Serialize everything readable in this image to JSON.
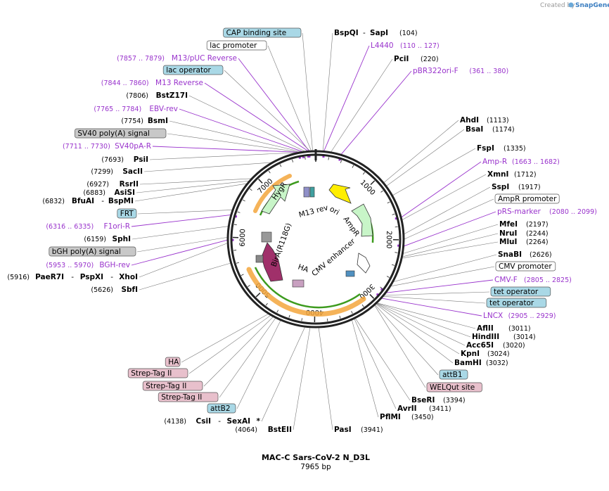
{
  "brand": {
    "created_by": "Created by",
    "name": "SnapGene"
  },
  "plasmid": {
    "name": "MAC-C Sars-CoV-2 N_D3L",
    "size_label": "7965 bp"
  },
  "ring_ticks": [
    "1000",
    "2000",
    "3000",
    "4000",
    "5000",
    "6000",
    "7000"
  ],
  "inner_features": {
    "hygr": "HygR",
    "m13rev": "M13 rev",
    "ori": "ori",
    "ampr": "AmpR",
    "bira": "BirA(R118G)",
    "ha": "HA",
    "cmv": "CMV enhancer"
  },
  "labels_right": [
    {
      "id": "bspqi",
      "name": "BspQI",
      "name2": "SapI",
      "sep": "-",
      "pos": "(104)",
      "style": "bold"
    },
    {
      "id": "l4440",
      "name": "L4440",
      "pos": "(110 .. 127)",
      "style": "purple"
    },
    {
      "id": "pcii",
      "name": "PciI",
      "pos": "(220)",
      "style": "bold"
    },
    {
      "id": "pbr322",
      "name": "pBR322ori-F",
      "pos": "(361 .. 380)",
      "style": "purple"
    },
    {
      "id": "ahdi",
      "name": "AhdI",
      "pos": "(1113)",
      "style": "bold"
    },
    {
      "id": "bsai",
      "name": "BsaI",
      "pos": "(1174)",
      "style": "bold"
    },
    {
      "id": "fspi",
      "name": "FspI",
      "pos": "(1335)",
      "style": "bold"
    },
    {
      "id": "ampr_primer",
      "name": "Amp-R",
      "pos": "(1663 .. 1682)",
      "style": "purple"
    },
    {
      "id": "xmni",
      "name": "XmnI",
      "pos": "(1712)",
      "style": "bold"
    },
    {
      "id": "sspi",
      "name": "SspI",
      "pos": "(1917)",
      "style": "bold"
    },
    {
      "id": "ampr_prom",
      "name": "AmpR promoter",
      "style": "box-white"
    },
    {
      "id": "prs",
      "name": "pRS-marker",
      "pos": "(2080 .. 2099)",
      "style": "purple"
    },
    {
      "id": "mfei",
      "name": "MfeI",
      "pos": "(2197)",
      "style": "bold"
    },
    {
      "id": "nrui",
      "name": "NruI",
      "pos": "(2244)",
      "style": "bold"
    },
    {
      "id": "mlui",
      "name": "MluI",
      "pos": "(2264)",
      "style": "bold"
    },
    {
      "id": "snabi",
      "name": "SnaBI",
      "pos": "(2626)",
      "style": "bold"
    },
    {
      "id": "cmv_prom",
      "name": "CMV promoter",
      "style": "box-white"
    },
    {
      "id": "cmvf",
      "name": "CMV-F",
      "pos": "(2805 .. 2825)",
      "style": "purple"
    },
    {
      "id": "tetop1",
      "name": "tet operator",
      "style": "box-blue"
    },
    {
      "id": "tetop2",
      "name": "tet operator",
      "style": "box-blue"
    },
    {
      "id": "lncx",
      "name": "LNCX",
      "pos": "(2905 .. 2929)",
      "style": "purple"
    },
    {
      "id": "aflii",
      "name": "AflII",
      "pos": "(3011)",
      "style": "bold"
    },
    {
      "id": "hindiii",
      "name": "HindIII",
      "pos": "(3014)",
      "style": "bold"
    },
    {
      "id": "acc65i",
      "name": "Acc65I",
      "pos": "(3020)",
      "style": "bold"
    },
    {
      "id": "kpni",
      "name": "KpnI",
      "pos": "(3024)",
      "style": "bold"
    },
    {
      "id": "bamhi",
      "name": "BamHI",
      "pos": "(3032)",
      "style": "bold"
    },
    {
      "id": "attb1",
      "name": "attB1",
      "style": "box-blue"
    },
    {
      "id": "welqut",
      "name": "WELQut site",
      "style": "box-pink"
    },
    {
      "id": "bseri",
      "name": "BseRI",
      "pos": "(3394)",
      "style": "bold"
    },
    {
      "id": "avrii",
      "name": "AvrII",
      "pos": "(3411)",
      "style": "bold"
    },
    {
      "id": "pflmi",
      "name": "PflMI",
      "pos": "(3450)",
      "style": "bold"
    },
    {
      "id": "pasi",
      "name": "PasI",
      "pos": "(3941)",
      "style": "bold"
    }
  ],
  "labels_left": [
    {
      "id": "capbs",
      "name": "CAP binding site",
      "style": "box-blue"
    },
    {
      "id": "lacprom",
      "name": "lac promoter",
      "style": "box-white"
    },
    {
      "id": "m13puc",
      "name": "M13/pUC Reverse",
      "pos": "(7857 .. 7879)",
      "style": "purple"
    },
    {
      "id": "lacop",
      "name": "lac operator",
      "style": "box-blue"
    },
    {
      "id": "m13rev_p",
      "name": "M13 Reverse",
      "pos": "(7844 .. 7860)",
      "style": "purple"
    },
    {
      "id": "bstz17i",
      "name": "BstZ17I",
      "pos": "(7806)",
      "style": "bold"
    },
    {
      "id": "ebvrev",
      "name": "EBV-rev",
      "pos": "(7765 .. 7784)",
      "style": "purple"
    },
    {
      "id": "bsmi",
      "name": "BsmI",
      "pos": "(7754)",
      "style": "bold"
    },
    {
      "id": "sv40pa",
      "name": "SV40 poly(A) signal",
      "style": "box-gray"
    },
    {
      "id": "sv40par",
      "name": "SV40pA-R",
      "pos": "(7711 .. 7730)",
      "style": "purple"
    },
    {
      "id": "psii",
      "name": "PsiI",
      "pos": "(7693)",
      "style": "bold"
    },
    {
      "id": "sacii",
      "name": "SacII",
      "pos": "(7299)",
      "style": "bold"
    },
    {
      "id": "rsrii",
      "name": "RsrII",
      "pos": "(6927)",
      "style": "bold"
    },
    {
      "id": "asisi",
      "name": "AsiSI",
      "pos": "(6883)",
      "style": "bold"
    },
    {
      "id": "bfuai",
      "name": "BfuAI",
      "name2": "BspMI",
      "sep": "-",
      "pos": "(6832)",
      "style": "bold"
    },
    {
      "id": "frt",
      "name": "FRT",
      "style": "box-blue"
    },
    {
      "id": "f1orir",
      "name": "F1ori-R",
      "pos": "(6316 .. 6335)",
      "style": "purple"
    },
    {
      "id": "sphi",
      "name": "SphI",
      "pos": "(6159)",
      "style": "bold"
    },
    {
      "id": "bghpa",
      "name": "bGH poly(A) signal",
      "style": "box-gray"
    },
    {
      "id": "bghrev",
      "name": "BGH-rev",
      "pos": "(5953 .. 5970)",
      "style": "purple"
    },
    {
      "id": "paer7i",
      "name": "PaeR7I",
      "name2": "PspXI",
      "name3": "XhoI",
      "sep": "-",
      "pos": "(5916)",
      "style": "bold"
    },
    {
      "id": "sbfi",
      "name": "SbfI",
      "pos": "(5626)",
      "style": "bold"
    },
    {
      "id": "ha_box",
      "name": "HA",
      "style": "box-pink"
    },
    {
      "id": "strep1",
      "name": "Strep-Tag II",
      "style": "box-pink"
    },
    {
      "id": "strep2",
      "name": "Strep-Tag II",
      "style": "box-pink"
    },
    {
      "id": "strep3",
      "name": "Strep-Tag II",
      "style": "box-pink"
    },
    {
      "id": "attb2",
      "name": "attB2",
      "style": "box-blue"
    },
    {
      "id": "csii",
      "name": "CsiI",
      "name2": "SexAI",
      "suffix": "*",
      "sep": "-",
      "pos": "(4138)",
      "style": "bold"
    },
    {
      "id": "bsteii",
      "name": "BstEII",
      "pos": "(4064)",
      "style": "bold"
    }
  ],
  "colors": {
    "purple": "#9933cc",
    "box_blue": "#a9d8e6",
    "box_gray": "#c8c8c8",
    "box_pink": "#e8c0cc",
    "green_fill": "#c8f5c8",
    "yellow": "#ffee00",
    "magenta": "#a0306a",
    "orange": "#f3a63c"
  }
}
